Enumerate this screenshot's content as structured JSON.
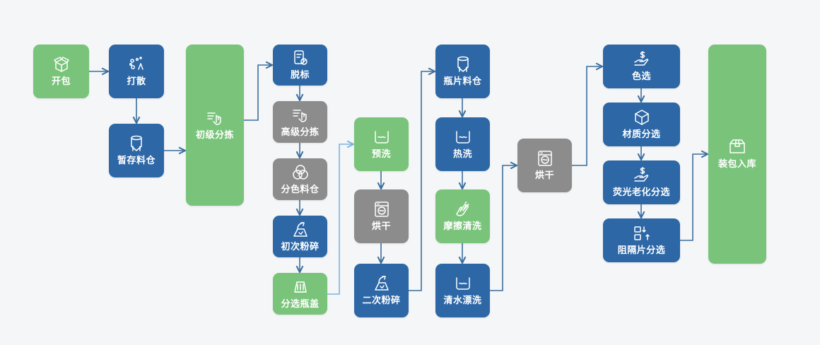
{
  "colors": {
    "blue": "#2d67a6",
    "green": "#79c47a",
    "gray": "#8c8c8c",
    "edge": "#3b6e9f",
    "edge_light": "#7cb3e3",
    "background": "#f4f6f7"
  },
  "nodes": [
    {
      "id": "kaibao",
      "label": "开包",
      "color": "green",
      "icon": "box-open-icon"
    },
    {
      "id": "dasan",
      "label": "打散",
      "color": "blue",
      "icon": "scatter-icon"
    },
    {
      "id": "zancun",
      "label": "暂存料仓",
      "color": "blue",
      "icon": "silo-icon"
    },
    {
      "id": "chuji",
      "label": "初级分拣",
      "color": "green",
      "icon": "hand-sort-icon"
    },
    {
      "id": "tuobiao",
      "label": "脱标",
      "color": "blue",
      "icon": "label-remove-icon"
    },
    {
      "id": "gaoji",
      "label": "高级分拣",
      "color": "gray",
      "icon": "hand-sort-icon"
    },
    {
      "id": "fense",
      "label": "分色料仓",
      "color": "gray",
      "icon": "color-circles-icon"
    },
    {
      "id": "chuci",
      "label": "初次粉碎",
      "color": "blue",
      "icon": "crusher-icon"
    },
    {
      "id": "fenxuanpg",
      "label": "分选瓶盖",
      "color": "green",
      "icon": "bottle-cap-icon"
    },
    {
      "id": "yuxi",
      "label": "预洗",
      "color": "green",
      "icon": "wash-basin-icon"
    },
    {
      "id": "honggan1",
      "label": "烘干",
      "color": "gray",
      "icon": "washing-machine-icon"
    },
    {
      "id": "erci",
      "label": "二次粉碎",
      "color": "blue",
      "icon": "crusher-icon"
    },
    {
      "id": "pingpian",
      "label": "瓶片料仓",
      "color": "blue",
      "icon": "silo-icon"
    },
    {
      "id": "rexi",
      "label": "热洗",
      "color": "blue",
      "icon": "wash-basin-icon"
    },
    {
      "id": "moca",
      "label": "摩擦清洗",
      "color": "green",
      "icon": "hands-rub-icon"
    },
    {
      "id": "qingshui",
      "label": "清水漂洗",
      "color": "blue",
      "icon": "wash-basin-icon"
    },
    {
      "id": "honggan2",
      "label": "烘干",
      "color": "gray",
      "icon": "washing-machine-icon"
    },
    {
      "id": "sexuan",
      "label": "色选",
      "color": "blue",
      "icon": "hand-coin-icon"
    },
    {
      "id": "caizhi",
      "label": "材质分选",
      "color": "blue",
      "icon": "cube-icon"
    },
    {
      "id": "yingguang",
      "label": "荧光老化分选",
      "color": "blue",
      "icon": "hand-coin-icon"
    },
    {
      "id": "zuge",
      "label": "阻隔片分选",
      "color": "blue",
      "icon": "sort-arrows-icon"
    },
    {
      "id": "zhuangbao",
      "label": "装包入库",
      "color": "green",
      "icon": "package-icon"
    }
  ],
  "edges": [
    [
      "kaibao",
      "dasan"
    ],
    [
      "dasan",
      "zancun"
    ],
    [
      "zancun",
      "chuji"
    ],
    [
      "chuji",
      "tuobiao"
    ],
    [
      "tuobiao",
      "gaoji"
    ],
    [
      "gaoji",
      "fense"
    ],
    [
      "fense",
      "chuci"
    ],
    [
      "chuci",
      "fenxuanpg"
    ],
    [
      "fenxuanpg",
      "yuxi"
    ],
    [
      "yuxi",
      "honggan1"
    ],
    [
      "honggan1",
      "erci"
    ],
    [
      "erci",
      "pingpian"
    ],
    [
      "pingpian",
      "rexi"
    ],
    [
      "rexi",
      "moca"
    ],
    [
      "moca",
      "qingshui"
    ],
    [
      "qingshui",
      "honggan2"
    ],
    [
      "honggan2",
      "sexuan"
    ],
    [
      "sexuan",
      "caizhi"
    ],
    [
      "caizhi",
      "yingguang"
    ],
    [
      "yingguang",
      "zuge"
    ],
    [
      "zuge",
      "zhuangbao"
    ]
  ]
}
